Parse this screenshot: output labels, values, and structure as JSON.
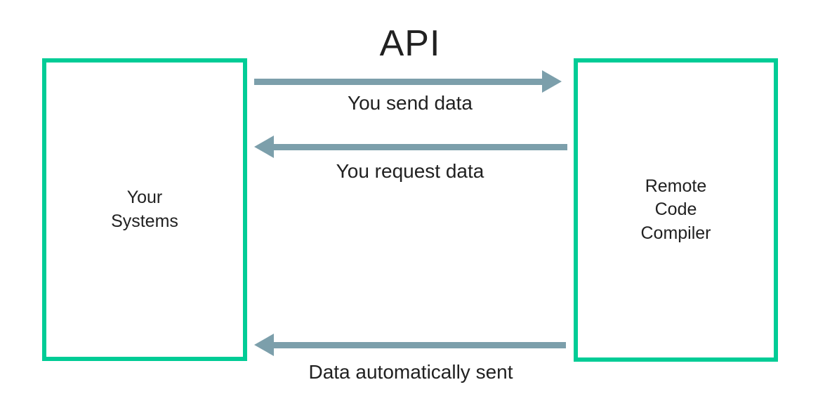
{
  "title": "API",
  "colors": {
    "box_border": "#00CC96",
    "arrow": "#7C9FAB",
    "text": "#212121",
    "background": "#FFFFFF"
  },
  "boxes": {
    "left": {
      "label": "Your\nSystems"
    },
    "right": {
      "label": "Remote\nCode\nCompiler"
    }
  },
  "arrows": [
    {
      "id": "send",
      "direction": "right",
      "label": "You send data"
    },
    {
      "id": "request",
      "direction": "left",
      "label": "You request data"
    },
    {
      "id": "auto",
      "direction": "left",
      "label": "Data automatically sent"
    }
  ]
}
